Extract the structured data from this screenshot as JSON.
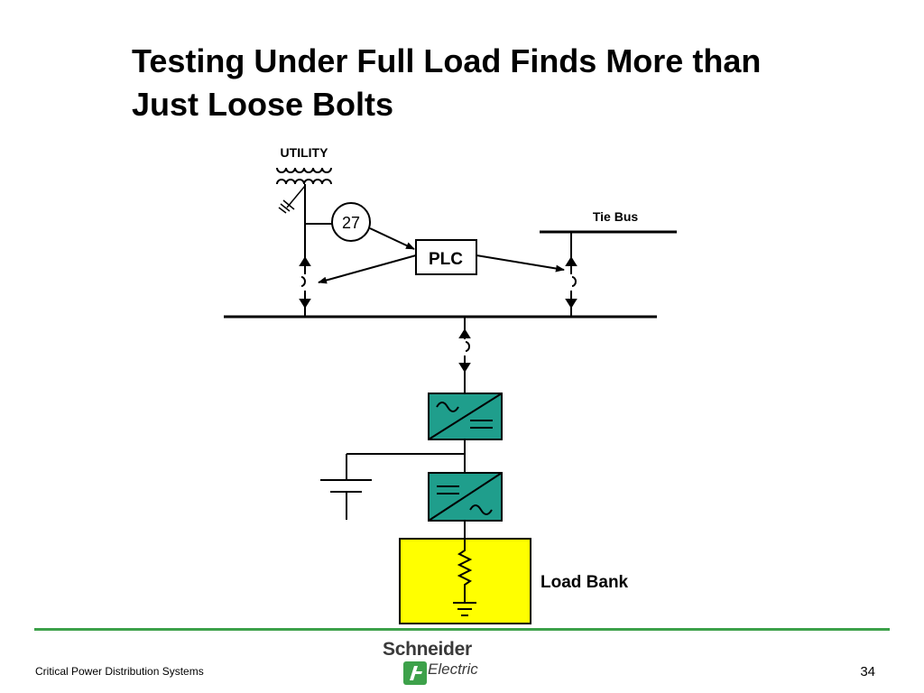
{
  "slide": {
    "title_lines": [
      "Testing Under Full Load Finds More than",
      "Just Loose Bolts"
    ],
    "page_number": "34",
    "footer_text": "Critical Power Distribution Systems"
  },
  "diagram": {
    "utility_label": "UTILITY",
    "relay_label": "27",
    "plc_label": "PLC",
    "tie_bus_label": "Tie Bus",
    "load_bank_label": "Load Bank"
  },
  "brand": {
    "name": "Schneider",
    "sub": "Electric",
    "accent_color": "#3da14a",
    "converter_color": "#1f9e8c",
    "load_bank_color": "#ffff00"
  }
}
